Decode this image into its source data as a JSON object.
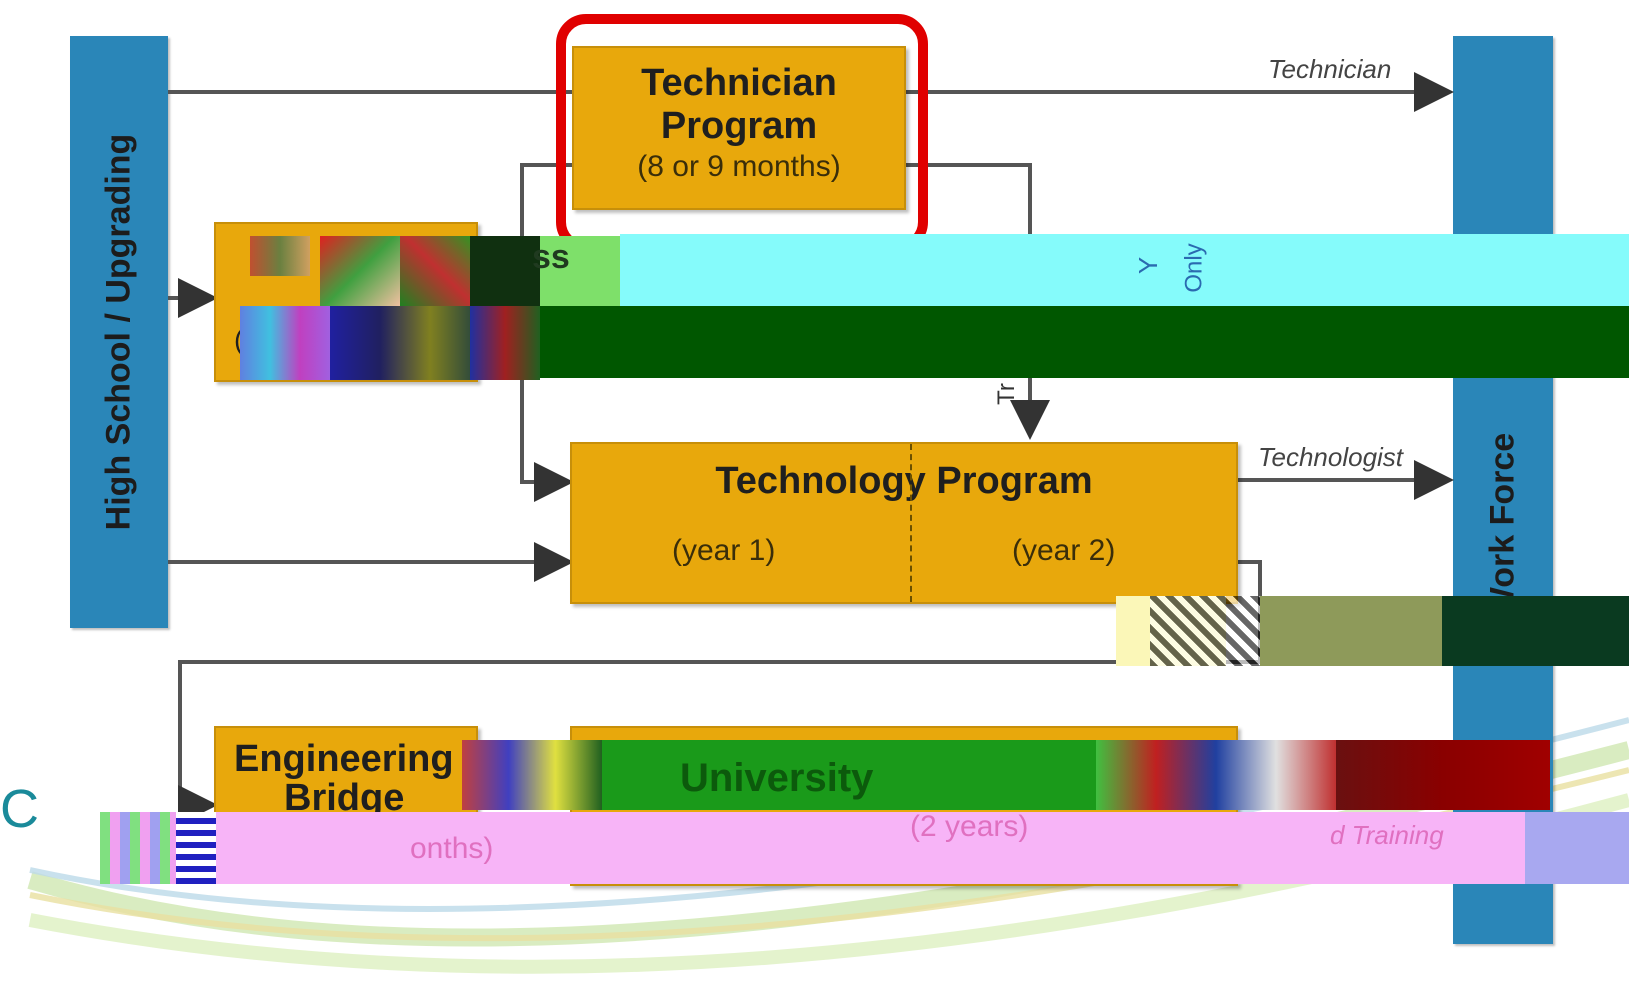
{
  "left_bar": {
    "label": "High School / Upgrading",
    "color": "#2a86b8"
  },
  "right_bar": {
    "label": "Work Force",
    "color": "#2a86b8"
  },
  "boxes": {
    "technician": {
      "title_line1": "Technician",
      "title_line2": "Program",
      "duration": "(8 or 9 months)"
    },
    "access": {
      "fragment1": "ss",
      "fragment2": "("
    },
    "technology": {
      "title": "Technology Program",
      "year1": "(year 1)",
      "year2": "(year 2)"
    },
    "engineering_bridge": {
      "title_line1": "Engineering",
      "title_line2": "Bridge",
      "duration": "onths)"
    },
    "university": {
      "title": "University",
      "duration": "(2 years)"
    }
  },
  "flow_labels": {
    "technician": "Technician",
    "technologist": "Technologist",
    "vertical_1": "Y",
    "vertical_2": "Only",
    "vertical_3": "Tr",
    "training": "d Training"
  },
  "corner_glyph": "C",
  "highlight_color": "#e00000"
}
